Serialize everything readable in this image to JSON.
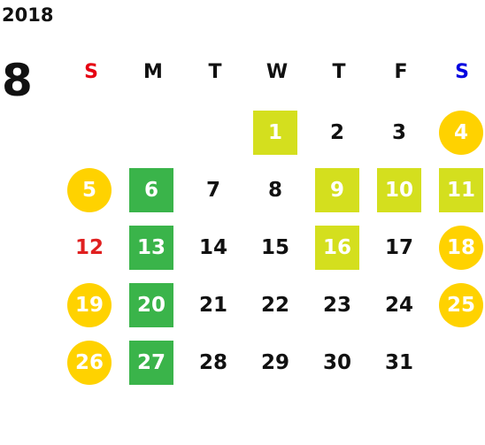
{
  "calendar": {
    "year": "2018",
    "month": "8",
    "weekdays": [
      {
        "label": "S",
        "color": "#e60012"
      },
      {
        "label": "M",
        "color": "#111111"
      },
      {
        "label": "T",
        "color": "#111111"
      },
      {
        "label": "W",
        "color": "#111111"
      },
      {
        "label": "T",
        "color": "#111111"
      },
      {
        "label": "F",
        "color": "#111111"
      },
      {
        "label": "S",
        "color": "#0000e0"
      }
    ],
    "colors": {
      "lime_square": "#d4df1e",
      "green_square": "#3ab44a",
      "yellow_circle": "#ffd200",
      "red_text": "#e02020"
    },
    "days": [
      {
        "day": "1",
        "style": "sq-lime"
      },
      {
        "day": "2",
        "style": "plain"
      },
      {
        "day": "3",
        "style": "plain"
      },
      {
        "day": "4",
        "style": "circ-yellow"
      },
      {
        "day": "5",
        "style": "circ-yellow"
      },
      {
        "day": "6",
        "style": "sq-green"
      },
      {
        "day": "7",
        "style": "plain"
      },
      {
        "day": "8",
        "style": "plain"
      },
      {
        "day": "9",
        "style": "sq-lime"
      },
      {
        "day": "10",
        "style": "sq-lime"
      },
      {
        "day": "11",
        "style": "sq-lime"
      },
      {
        "day": "12",
        "style": "red-text"
      },
      {
        "day": "13",
        "style": "sq-green"
      },
      {
        "day": "14",
        "style": "plain"
      },
      {
        "day": "15",
        "style": "plain"
      },
      {
        "day": "16",
        "style": "sq-lime"
      },
      {
        "day": "17",
        "style": "plain"
      },
      {
        "day": "18",
        "style": "circ-yellow"
      },
      {
        "day": "19",
        "style": "circ-yellow"
      },
      {
        "day": "20",
        "style": "sq-green"
      },
      {
        "day": "21",
        "style": "plain"
      },
      {
        "day": "22",
        "style": "plain"
      },
      {
        "day": "23",
        "style": "plain"
      },
      {
        "day": "24",
        "style": "plain"
      },
      {
        "day": "25",
        "style": "circ-yellow"
      },
      {
        "day": "26",
        "style": "circ-yellow"
      },
      {
        "day": "27",
        "style": "sq-green"
      },
      {
        "day": "28",
        "style": "plain"
      },
      {
        "day": "29",
        "style": "plain"
      },
      {
        "day": "30",
        "style": "plain"
      },
      {
        "day": "31",
        "style": "plain"
      }
    ]
  }
}
